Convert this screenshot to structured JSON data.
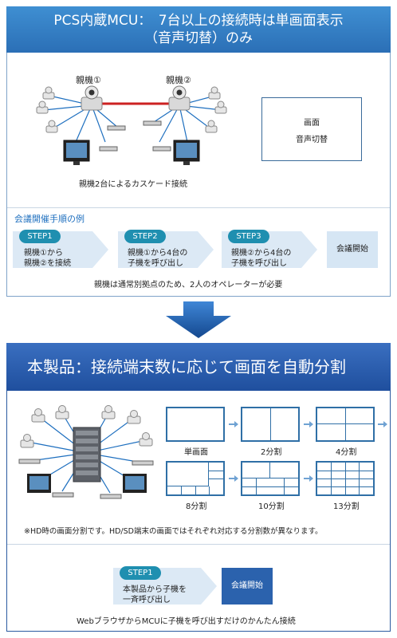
{
  "section1": {
    "title_line1": "PCS内蔵MCU：　7台以上の接続時は単画面表示",
    "title_line2": "（音声切替）のみ",
    "parent1_label": "親機①",
    "parent2_label": "親機②",
    "cascade_caption": "親機2台によるカスケード接続",
    "screen_box": {
      "line1": "画面",
      "line2": "音声切替"
    },
    "procedure_heading": "会議開催手順の例",
    "steps": [
      {
        "badge": "STEP1",
        "line1": "親機①から",
        "line2": "親機②を接続"
      },
      {
        "badge": "STEP2",
        "line1": "親機①から4台の",
        "line2": "子機を呼び出し"
      },
      {
        "badge": "STEP3",
        "line1": "親機②から4台の",
        "line2": "子機を呼び出し"
      }
    ],
    "start_label": "会議開始",
    "operator_note": "親機は通常別拠点のため、2人のオペレーターが必要"
  },
  "section2": {
    "title": "本製品：接続端末数に応じて画面を自動分割",
    "layouts": [
      {
        "label": "単画面"
      },
      {
        "label": "2分割"
      },
      {
        "label": "4分割"
      },
      {
        "label": "8分割"
      },
      {
        "label": "10分割"
      },
      {
        "label": "13分割"
      }
    ],
    "hd_note": "※HD時の画面分割です。HD/SD端末の画面ではそれぞれ対応する分割数が異なります。",
    "step": {
      "badge": "STEP1",
      "line1": "本製品から子機を",
      "line2": "一斉呼び出し"
    },
    "start_label": "会議開始",
    "footer_note": "WebブラウザからMCUに子機を呼び出すだけのかんたん接続"
  },
  "colors": {
    "header_blue": "#2b6fb6",
    "header_dark_blue": "#1f4f9e",
    "step_badge": "#1f8fb0",
    "cascade_link": "#cc2222",
    "arrow_blue": "#1e5aa8",
    "layout_border": "#2f6fa6"
  },
  "icons": [
    "camera-icon",
    "monitor-icon",
    "codec-icon",
    "mcu-server-icon",
    "down-arrow-icon",
    "right-arrow-icon"
  ]
}
